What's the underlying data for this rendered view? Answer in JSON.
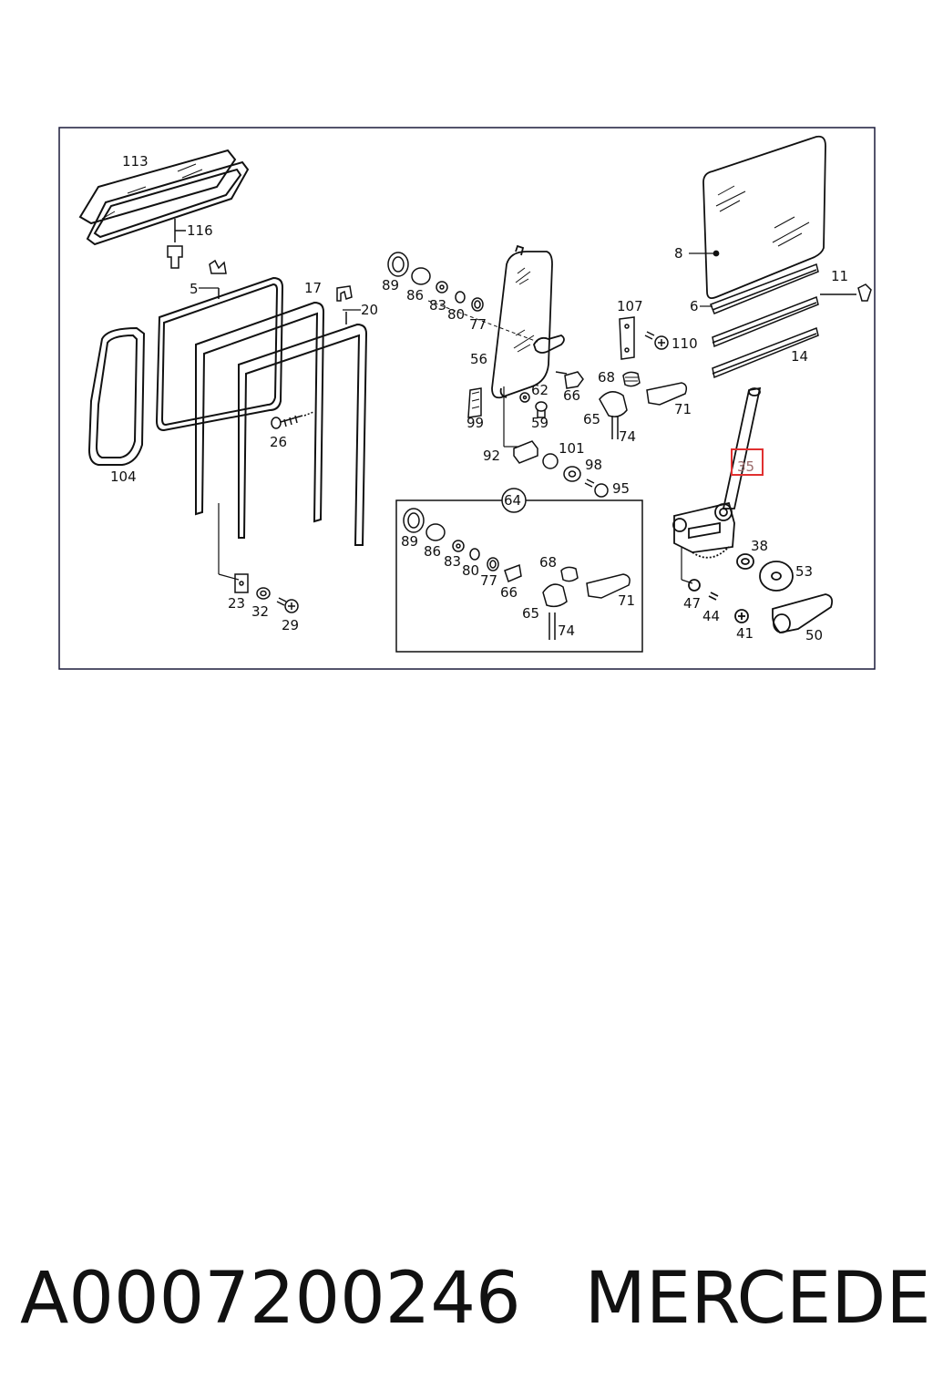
{
  "diagram": {
    "highlight_label": "35",
    "highlight_color": "#e03030",
    "frame_color": "#1a1a3a",
    "callouts": [
      "113",
      "116",
      "5",
      "17",
      "20",
      "104",
      "26",
      "23",
      "32",
      "29",
      "89",
      "86",
      "83",
      "80",
      "77",
      "56",
      "99",
      "62",
      "59",
      "92",
      "66",
      "101",
      "98",
      "95",
      "68",
      "65",
      "71",
      "74",
      "107",
      "110",
      "8",
      "6",
      "11",
      "14",
      "64",
      "89",
      "86",
      "83",
      "80",
      "77",
      "68",
      "66",
      "65",
      "71",
      "74",
      "38",
      "53",
      "47",
      "44",
      "41",
      "50"
    ]
  },
  "caption": {
    "part_number": "A0007200246",
    "brand": "MERCEDES"
  }
}
